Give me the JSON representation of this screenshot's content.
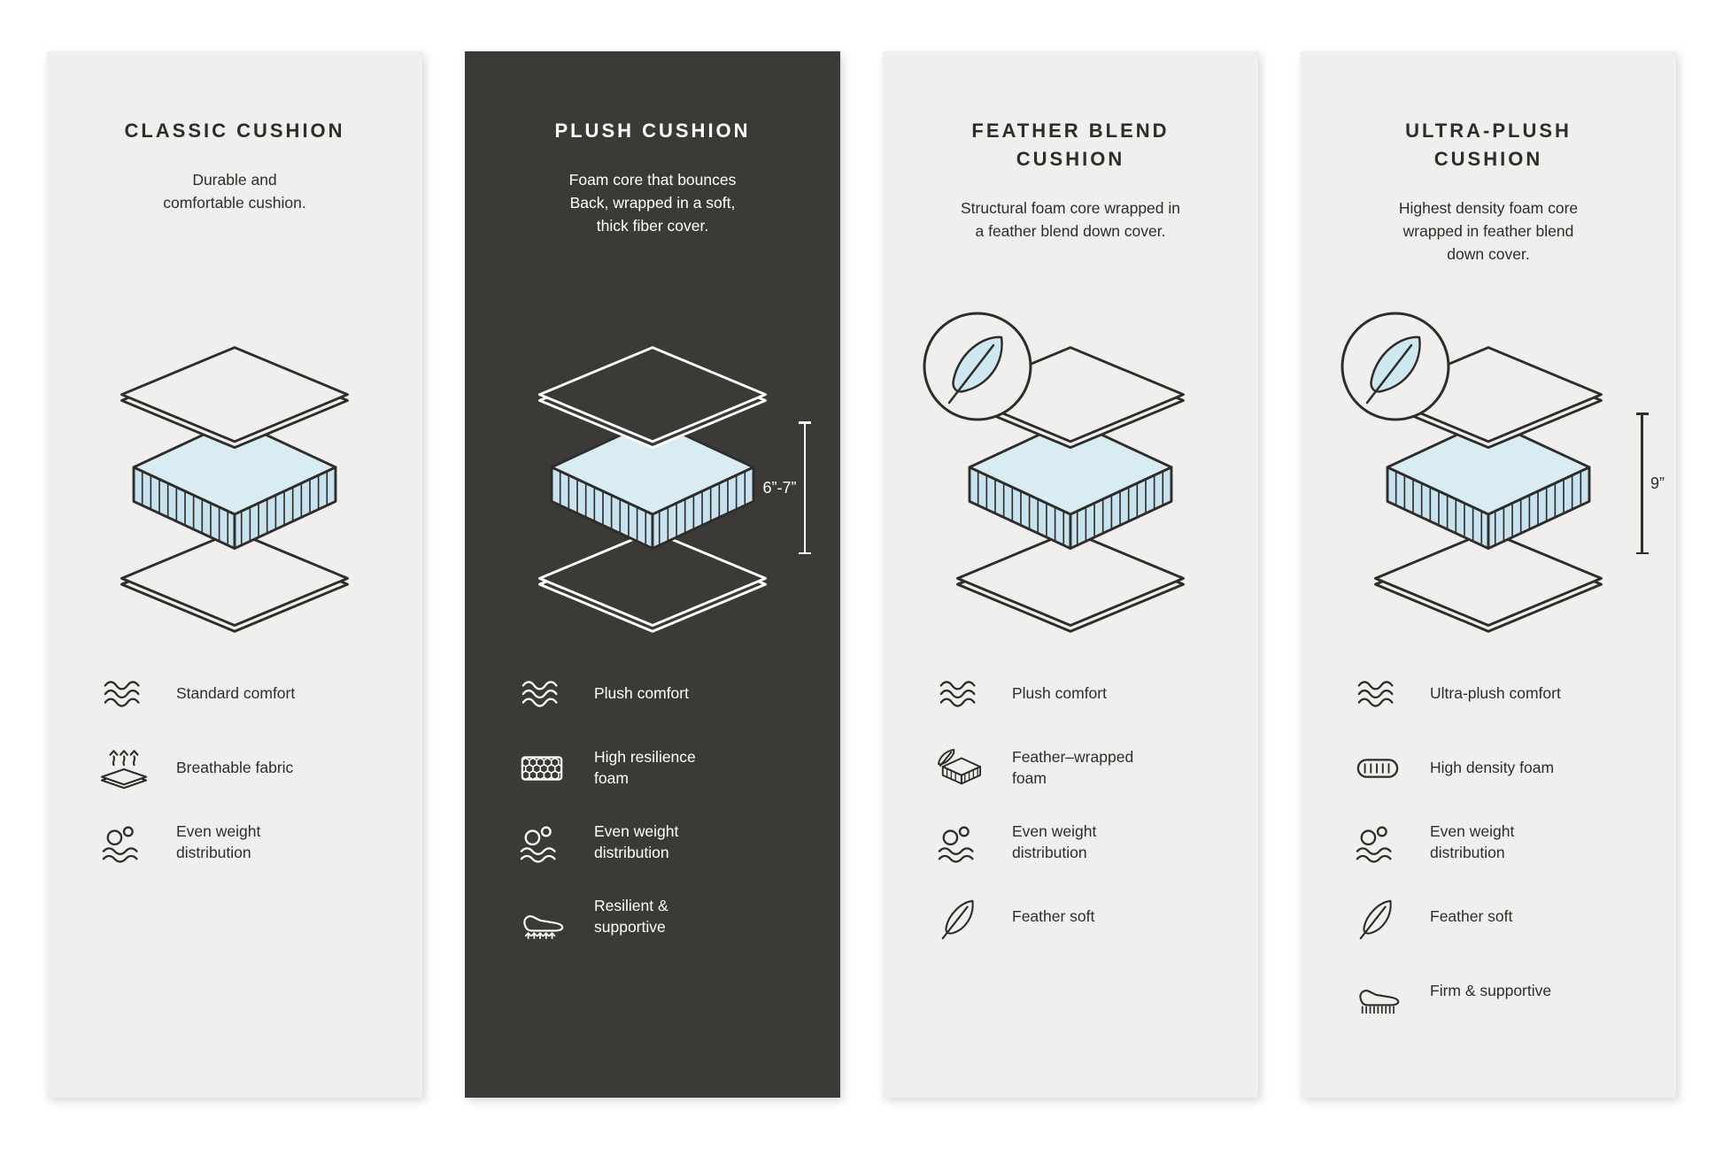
{
  "colors": {
    "page_background": "#ffffff",
    "card_light_background": "#f0efee",
    "card_dark_background": "#3b3a37",
    "ink_dark": "#2e2d2a",
    "ink_light": "#ffffff",
    "foam_top_fill": "#d9ecf4",
    "foam_side_fill": "#c8e3ef",
    "feather_fill": "#cfe7f1"
  },
  "cards": [
    {
      "id": "classic",
      "theme": "light",
      "title": "CLASSIC CUSHION",
      "description": "Durable and\ncomfortable cushion.",
      "measurement": "",
      "has_feather_badge": false,
      "features": [
        {
          "icon": "waves-icon",
          "label": "Standard comfort"
        },
        {
          "icon": "breathable-fabric-icon",
          "label": "Breathable fabric"
        },
        {
          "icon": "even-weight-distribution-icon",
          "label": "Even weight\ndistribution"
        }
      ]
    },
    {
      "id": "plush",
      "theme": "dark",
      "title": "PLUSH CUSHION",
      "description": "Foam core that bounces\nBack, wrapped in a soft,\nthick fiber cover.",
      "measurement": "6”-7”",
      "has_feather_badge": false,
      "features": [
        {
          "icon": "waves-icon",
          "label": "Plush comfort"
        },
        {
          "icon": "honeycomb-foam-icon",
          "label": "High resilience\nfoam"
        },
        {
          "icon": "even-weight-distribution-icon",
          "label": "Even weight\ndistribution"
        },
        {
          "icon": "resilient-supportive-icon",
          "label": "Resilient &\nsupportive"
        }
      ]
    },
    {
      "id": "feather-blend",
      "theme": "light",
      "title": "FEATHER BLEND\nCUSHION",
      "description": "Structural foam core wrapped in\na feather blend down cover.",
      "measurement": "",
      "has_feather_badge": true,
      "features": [
        {
          "icon": "waves-icon",
          "label": "Plush comfort"
        },
        {
          "icon": "feather-wrapped-foam-icon",
          "label": "Feather–wrapped\nfoam"
        },
        {
          "icon": "even-weight-distribution-icon",
          "label": "Even weight\ndistribution"
        },
        {
          "icon": "feather-icon",
          "label": "Feather soft"
        }
      ]
    },
    {
      "id": "ultra-plush",
      "theme": "light",
      "title": "ULTRA-PLUSH\nCUSHION",
      "description": "Highest density foam core\nwrapped in feather blend\ndown cover.",
      "measurement": "9”",
      "has_feather_badge": true,
      "features": [
        {
          "icon": "waves-icon",
          "label": "Ultra-plush comfort"
        },
        {
          "icon": "high-density-foam-icon",
          "label": "High density foam"
        },
        {
          "icon": "even-weight-distribution-icon",
          "label": "Even weight\ndistribution"
        },
        {
          "icon": "feather-icon",
          "label": "Feather soft"
        },
        {
          "icon": "firm-supportive-icon",
          "label": "Firm & supportive"
        }
      ]
    }
  ]
}
